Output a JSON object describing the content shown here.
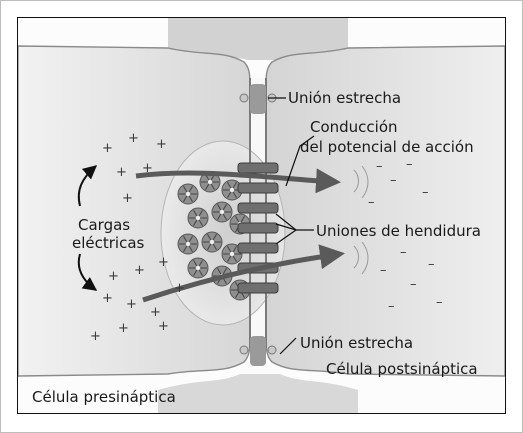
{
  "diagram": {
    "labels": {
      "tight_junction_top": "Unión estrecha",
      "action_potential_line1": "Conducción",
      "action_potential_line2": "del potencial de acción",
      "gap_junctions": "Uniones de hendidura",
      "electric_charges_line1": "Cargas",
      "electric_charges_line2": "eléctricas",
      "tight_junction_bottom": "Unión estrecha",
      "postsynaptic_cell": "Célula postsináptica",
      "presynaptic_cell": "Célula presináptica"
    },
    "positive_sign": "+",
    "negative_sign": "–",
    "colors": {
      "cell": "#dcdcdc",
      "membrane": "#8a8a8a",
      "junction": "#6f6f6f",
      "arrow": "#555555",
      "ink": "#111111"
    }
  }
}
